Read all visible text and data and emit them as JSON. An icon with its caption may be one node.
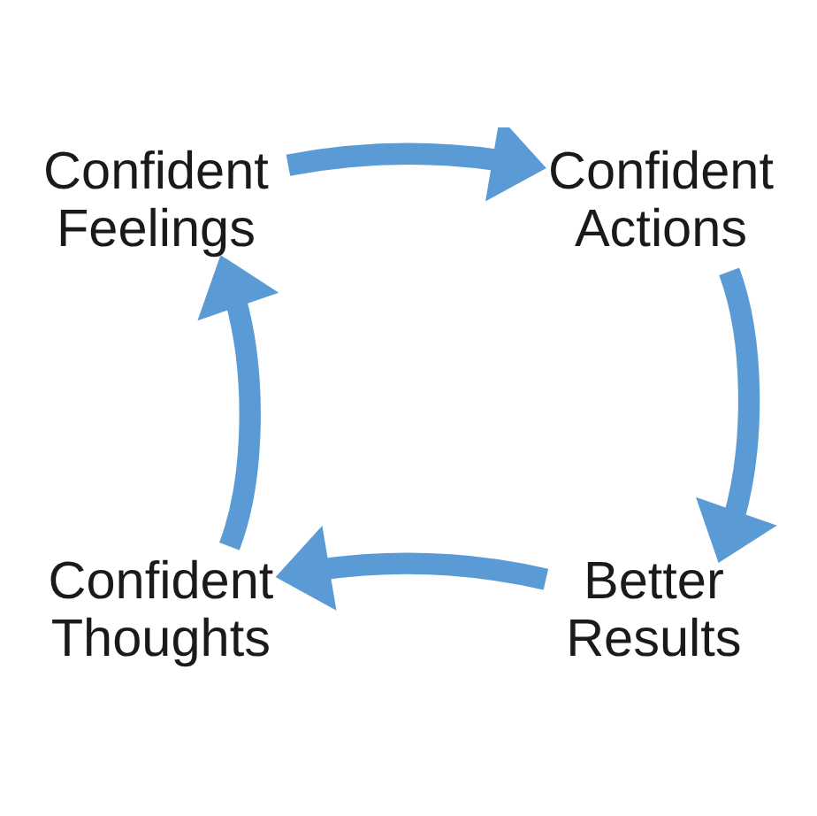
{
  "diagram": {
    "nodes": [
      {
        "text": [
          "Confident Feelings"
        ]
      },
      {
        "text": [
          "Confident Actions"
        ]
      },
      {
        "text": [
          "Better Results"
        ]
      },
      {
        "text": [
          "Confident Thoughts"
        ]
      }
    ],
    "edges": [
      {
        "from": 0,
        "to": 1,
        "arrow": "to"
      },
      {
        "from": 1,
        "to": 2,
        "arrow": "to"
      },
      {
        "from": 2,
        "to": 3,
        "arrow": "to"
      },
      {
        "from": 3,
        "to": 0,
        "arrow": "to"
      }
    ]
  }
}
